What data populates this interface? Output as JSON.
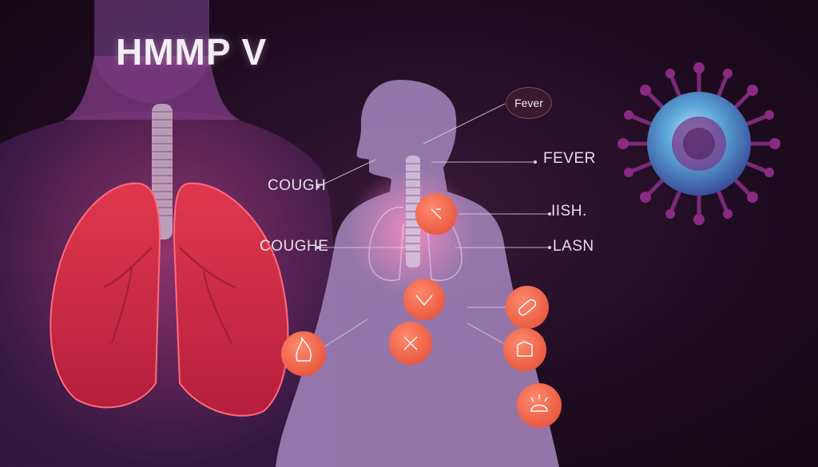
{
  "title": "HMMP V",
  "labels": {
    "fever_bubble": "Fever",
    "fever": "FEVER",
    "cough": "COUGH",
    "coughe": "COUGHE",
    "ish": "IISH.",
    "lasn": "LASN"
  },
  "colors": {
    "background": "#1a0a1c",
    "lungs": "#d8304e",
    "body_silhouette": "#9a7bb0",
    "symptom_circle": "#f0684e",
    "virus_core": "#4a9ed8",
    "virus_spikes": "#7a2a78"
  },
  "icons": [
    "heart-pulse-icon",
    "down-arrow-icon",
    "cross-icon",
    "pill-icon",
    "fist-icon",
    "flame-icon",
    "breath-icon"
  ]
}
